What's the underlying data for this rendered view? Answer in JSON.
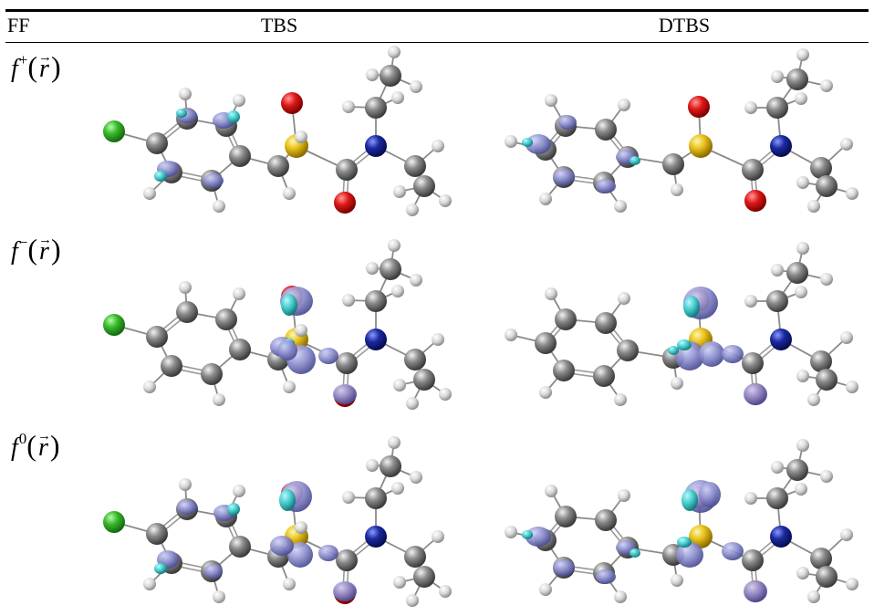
{
  "table": {
    "headers": {
      "ff": "FF",
      "tbs": "TBS",
      "dtbs": "DTBS"
    },
    "rows": [
      {
        "name": "f",
        "sup": "+",
        "r": "r"
      },
      {
        "name": "f",
        "sup": "−",
        "r": "r"
      },
      {
        "name": "f",
        "sup": "0",
        "r": "r"
      }
    ]
  },
  "colors": {
    "carbon": "#7d7d7d",
    "hydrogen": "#dcdcdc",
    "oxygen": "#e01818",
    "nitrogen": "#1a2aa0",
    "sulfur": "#e8c21a",
    "chlorine": "#3ab82e",
    "isosurface_purple": "#8a8ccc",
    "isosurface_cyan": "#3cc8c8"
  }
}
